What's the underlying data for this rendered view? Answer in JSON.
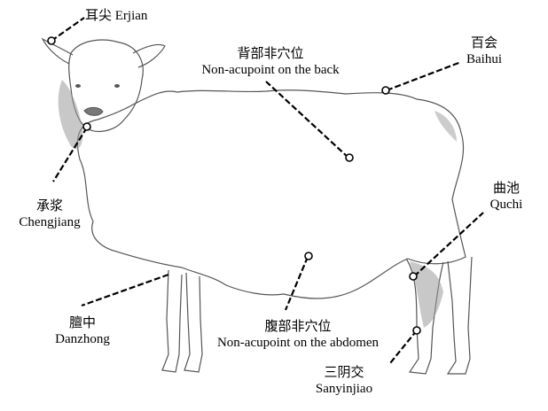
{
  "points": {
    "erjian": {
      "cn": "耳尖",
      "en": "Erjian"
    },
    "back": {
      "cn": "背部非穴位",
      "en": "Non-acupoint on the back"
    },
    "baihui": {
      "cn": "百会",
      "en": "Baihui"
    },
    "chengjiang": {
      "cn": "承浆",
      "en": "Chengjiang"
    },
    "quchi": {
      "cn": "曲池",
      "en": "Quchi"
    },
    "danzhong": {
      "cn": "膻中",
      "en": "Danzhong"
    },
    "abdomen": {
      "cn": "腹部非穴位",
      "en": "Non-acupoint on the abdomen"
    },
    "sanyinjiao": {
      "cn": "三阴交",
      "en": "Sanyinjiao"
    }
  },
  "colors": {
    "ink": "#000000",
    "sketch": "#555555",
    "shade": "#9a9a9a"
  }
}
